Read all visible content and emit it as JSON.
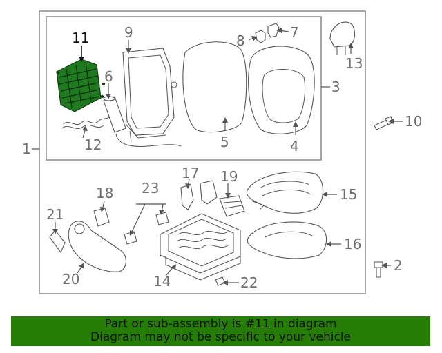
{
  "diagram": {
    "callouts": {
      "c1": "1",
      "c2": "2",
      "c3": "3",
      "c4": "4",
      "c5": "5",
      "c6": "6",
      "c7": "7",
      "c8": "8",
      "c9": "9",
      "c10": "10",
      "c11": "11",
      "c12": "12",
      "c13": "13",
      "c14": "14",
      "c15": "15",
      "c16": "16",
      "c17": "17",
      "c18": "18",
      "c19": "19",
      "c20": "20",
      "c21": "21",
      "c22": "22",
      "c23": "23"
    },
    "highlighted_part": "11",
    "highlight_color": "#1f7a1f"
  },
  "banner": {
    "line1": "Part or sub-assembly is #11 in diagram",
    "line2": "Diagram may not be specific to your vehicle",
    "background": "#257d05"
  }
}
